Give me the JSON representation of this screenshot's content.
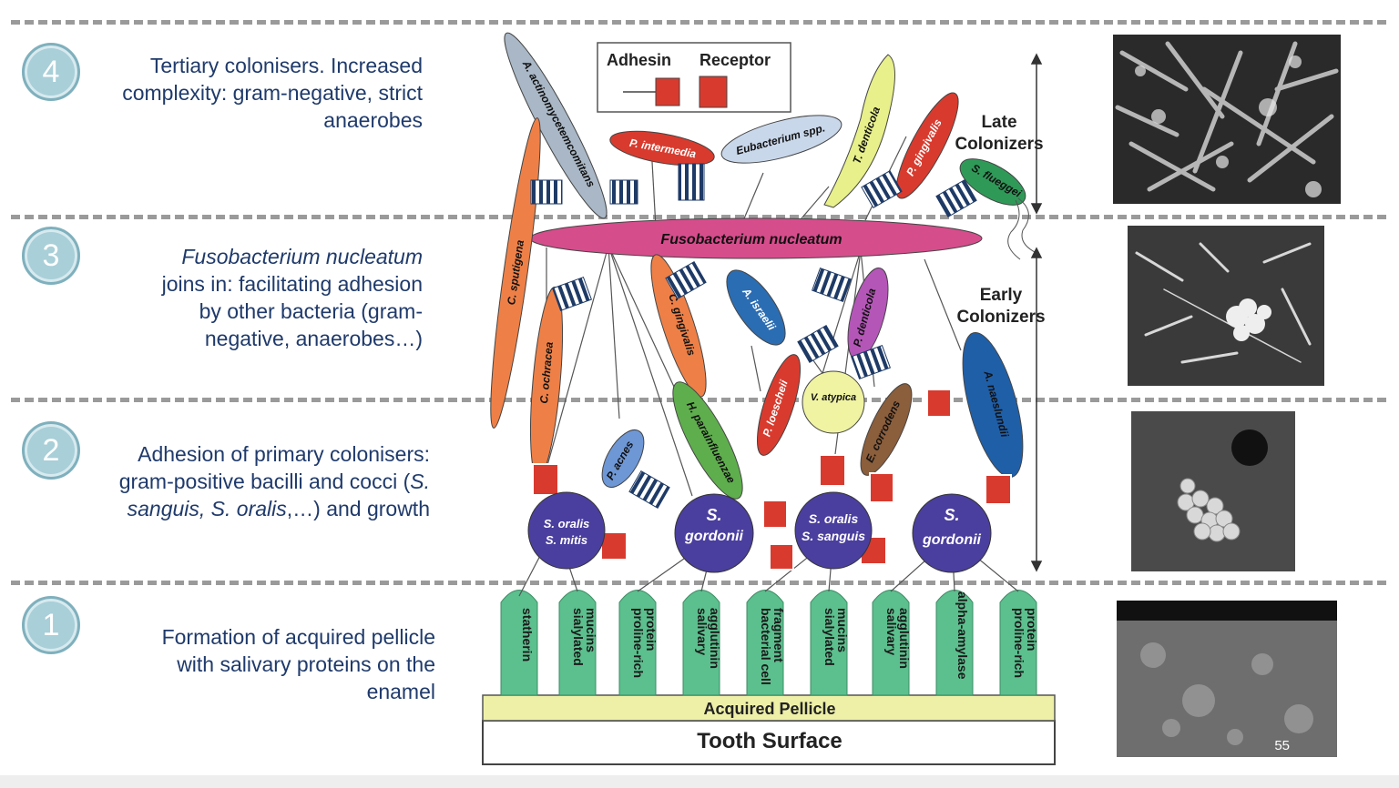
{
  "stages": [
    {
      "number": "4",
      "line1": "Tertiary colonisers. Increased",
      "line2": "complexity: gram-negative, strict",
      "line3": "anaerobes"
    },
    {
      "number": "3",
      "line1_italic": "Fusobacterium nucleatum",
      "line2": "joins in: facilitating adhesion",
      "line3": "by other bacteria (gram-",
      "line4": "negative, anaerobes…)"
    },
    {
      "number": "2",
      "line1": "Adhesion of primary colonisers:",
      "line2_pre": "gram-positive bacilli and cocci (",
      "line2_it": "S.",
      "line3_it1": "sanguis, S. oralis",
      "line3_post": ",…) and growth"
    },
    {
      "number": "1",
      "line1": "Formation of acquired pellicle",
      "line2": "with salivary proteins on the",
      "line3": "enamel"
    }
  ],
  "legend": {
    "adhesin": "Adhesin",
    "receptor": "Receptor"
  },
  "colonizer_labels": {
    "late_1": "Late",
    "late_2": "Colonizers",
    "early_1": "Early",
    "early_2": "Colonizers"
  },
  "late_colonizers": [
    "A. actinomycetemcomitans",
    "P. intermedia",
    "Eubacterium spp.",
    "T. denticola",
    "P. gingivalis",
    "S. flueggei"
  ],
  "bridge": "Fusobacterium nucleatum",
  "early_colonizers": [
    "C. sputigena",
    "C. ochracea",
    "C. gingivalis",
    "A. israelii",
    "P. denticola",
    "P. loescheii",
    "V. atypica",
    "E. corrodens",
    "A. naeslundii",
    "H. parainfluenzae",
    "P. acnes"
  ],
  "streptococci": [
    {
      "line1": "S. oralis",
      "line2": "S. mitis"
    },
    {
      "line1": "S.",
      "line2": "gordonii"
    },
    {
      "line1": "S. oralis",
      "line2": "S. sanguis"
    },
    {
      "line1": "S.",
      "line2": "gordonii"
    }
  ],
  "pellicle_proteins": [
    [
      "statherin"
    ],
    [
      "sialylated",
      "mucins"
    ],
    [
      "proline-rich",
      "protein"
    ],
    [
      "salivary",
      "agglutinin"
    ],
    [
      "bacterial cell",
      "fragment"
    ],
    [
      "sialylated",
      "mucins"
    ],
    [
      "salivary",
      "agglutinin"
    ],
    [
      "alpha-amylase"
    ],
    [
      "proline-rich",
      "protein"
    ]
  ],
  "pellicle": "Acquired Pellicle",
  "tooth": "Tooth Surface",
  "page_number": "55",
  "colors": {
    "stage_text": "#1f3a6b",
    "badge": "#a9cfd8",
    "fuso": "#d64d8c",
    "protein": "#5cbf8e",
    "pellicle": "#eef0a8",
    "strep": "#4a3f9e",
    "receptor": "#d93a2e",
    "adhesin": "#1e3a66"
  }
}
